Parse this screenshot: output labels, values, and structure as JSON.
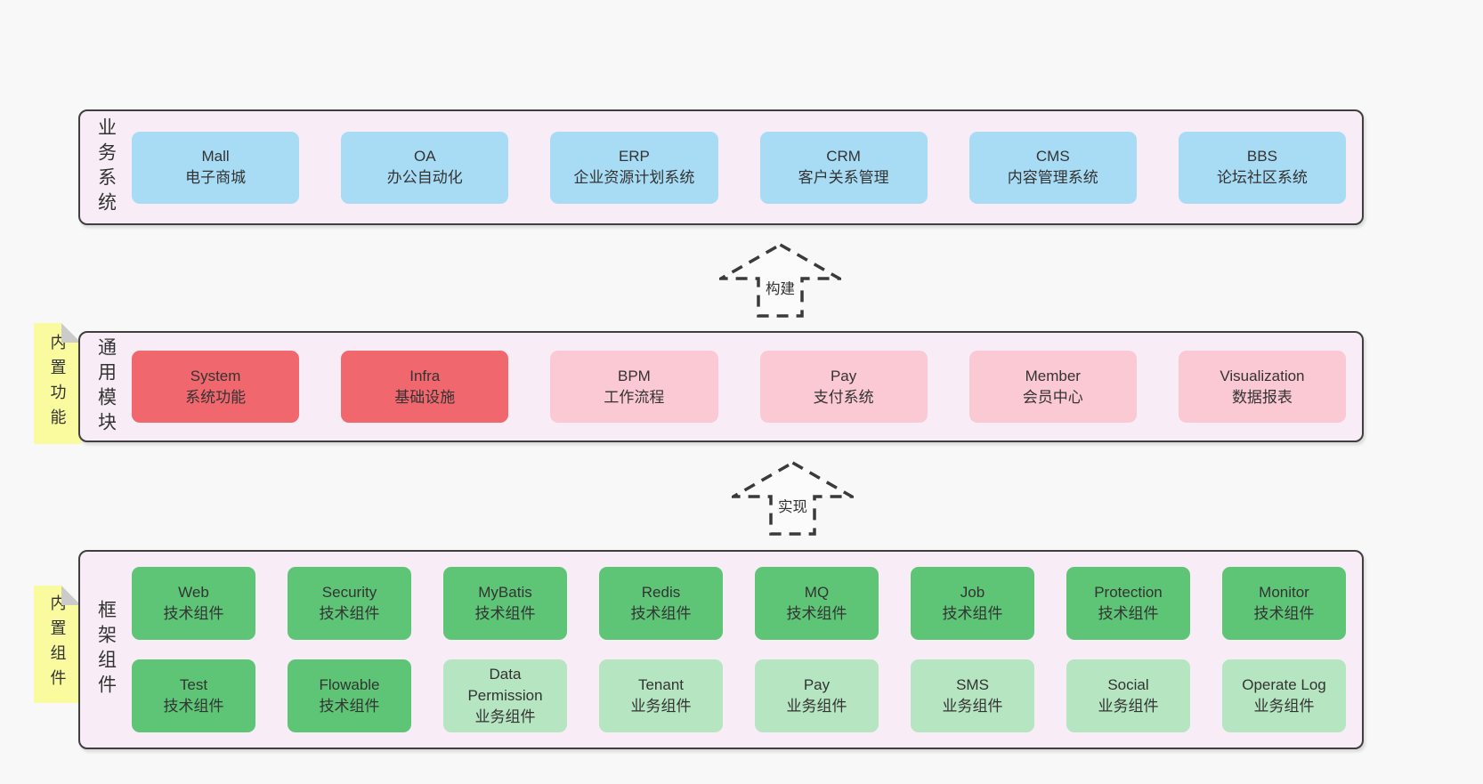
{
  "colors": {
    "page-bg": "#f8f8f8",
    "band-bg": "#f8edf6",
    "band-border": "#3f3f3f",
    "box-blue": "#a8dcf5",
    "box-red": "#f1676e",
    "box-pink": "#fbc9d3",
    "box-green": "#5ec577",
    "box-green-light": "#b6e5c1",
    "sticky-yellow": "#fafa9e",
    "sticky-fold": "#cbcbcb",
    "text": "#333333"
  },
  "bands": {
    "business": {
      "label": "业务系统",
      "boxes": [
        {
          "name": "Mall",
          "desc": "电子商城"
        },
        {
          "name": "OA",
          "desc": "办公自动化"
        },
        {
          "name": "ERP",
          "desc": "企业资源计划系统"
        },
        {
          "name": "CRM",
          "desc": "客户关系管理"
        },
        {
          "name": "CMS",
          "desc": "内容管理系统"
        },
        {
          "name": "BBS",
          "desc": "论坛社区系统"
        }
      ]
    },
    "modules": {
      "label": "通用模块",
      "sticky": "内置功能",
      "boxes": [
        {
          "name": "System",
          "desc": "系统功能"
        },
        {
          "name": "Infra",
          "desc": "基础设施"
        },
        {
          "name": "BPM",
          "desc": "工作流程"
        },
        {
          "name": "Pay",
          "desc": "支付系统"
        },
        {
          "name": "Member",
          "desc": "会员中心"
        },
        {
          "name": "Visualization",
          "desc": "数据报表"
        }
      ]
    },
    "components": {
      "label": "框架组件",
      "sticky": "内置组件",
      "row1": [
        {
          "name": "Web",
          "desc": "技术组件"
        },
        {
          "name": "Security",
          "desc": "技术组件"
        },
        {
          "name": "MyBatis",
          "desc": "技术组件"
        },
        {
          "name": "Redis",
          "desc": "技术组件"
        },
        {
          "name": "MQ",
          "desc": "技术组件"
        },
        {
          "name": "Job",
          "desc": "技术组件"
        },
        {
          "name": "Protection",
          "desc": "技术组件"
        },
        {
          "name": "Monitor",
          "desc": "技术组件"
        }
      ],
      "row2": [
        {
          "name": "Test",
          "desc": "技术组件"
        },
        {
          "name": "Flowable",
          "desc": "技术组件"
        },
        {
          "name": "Data Permission",
          "desc": "业务组件"
        },
        {
          "name": "Tenant",
          "desc": "业务组件"
        },
        {
          "name": "Pay",
          "desc": "业务组件"
        },
        {
          "name": "SMS",
          "desc": "业务组件"
        },
        {
          "name": "Social",
          "desc": "业务组件"
        },
        {
          "name": "Operate Log",
          "desc": "业务组件"
        }
      ]
    }
  },
  "arrows": {
    "build": "构建",
    "implement": "实现"
  }
}
